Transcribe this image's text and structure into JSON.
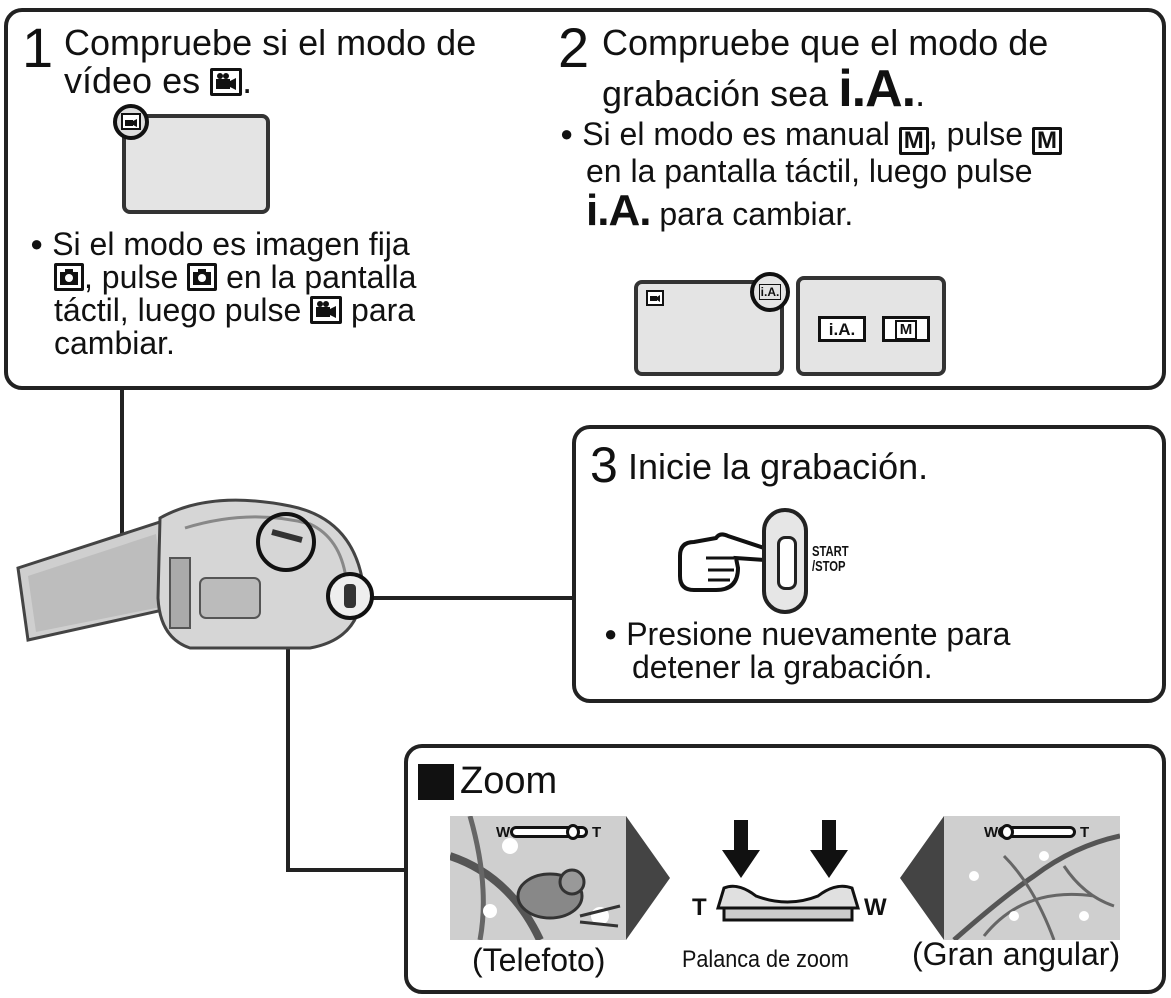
{
  "step1": {
    "number": "1",
    "title_line1": "Compruebe si el modo de",
    "title_line2": "vídeo es",
    "title_end": ".",
    "video_icon": "video-camera-icon",
    "bullet_line1": "Si el modo es imagen fija",
    "bullet_line2a": ", pulse",
    "bullet_line2b": "en la pantalla",
    "bullet_line3a": "táctil, luego pulse",
    "bullet_line3b": "para",
    "bullet_line4": "cambiar.",
    "photo_icon": "still-camera-icon"
  },
  "step2": {
    "number": "2",
    "title_line1": "Compruebe que el modo de",
    "title_line2": "grabación sea",
    "ia_label": "i.A.",
    "title_end": ".",
    "bullet_line1a": "Si el modo es manual",
    "bullet_line1b": ", pulse",
    "bullet_line2": "en la pantalla táctil, luego pulse",
    "bullet_line3": "para cambiar.",
    "manual_label": "M",
    "screen_ia_button": "i.A.",
    "screen_m_button": "M"
  },
  "step3": {
    "number": "3",
    "title": "Inicie la grabación.",
    "button_label_1": "START",
    "button_label_2": "/STOP",
    "bullet_line1": "Presione nuevamente para",
    "bullet_line2": "detener la grabación."
  },
  "zoom": {
    "title": "Zoom",
    "tele_caption": "(Telefoto)",
    "lever_caption": "Palanca de zoom",
    "wide_caption": "(Gran angular)",
    "lever_t": "T",
    "lever_w": "W",
    "bar_w": "W",
    "bar_t": "T"
  }
}
